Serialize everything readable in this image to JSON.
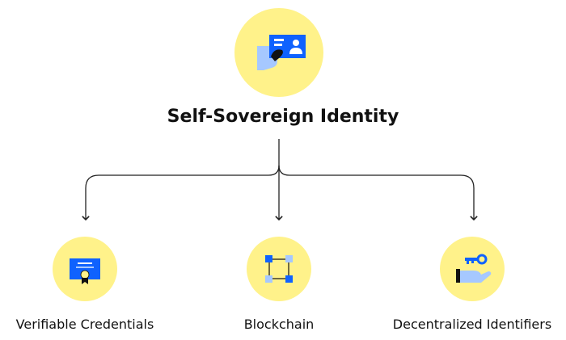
{
  "root": {
    "label": "Self-Sovereign Identity",
    "icon": "id-card-icon"
  },
  "children": [
    {
      "label": "Verifiable Credentials",
      "icon": "certificate-icon"
    },
    {
      "label": "Blockchain",
      "icon": "blockchain-network-icon"
    },
    {
      "label": "Decentralized Identifiers",
      "icon": "key-in-hand-icon"
    }
  ],
  "colors": {
    "circle": "#fff28a",
    "icon_dark": "#0f62fe",
    "icon_light": "#a6c8ff",
    "line": "#222222",
    "text": "#111111"
  }
}
